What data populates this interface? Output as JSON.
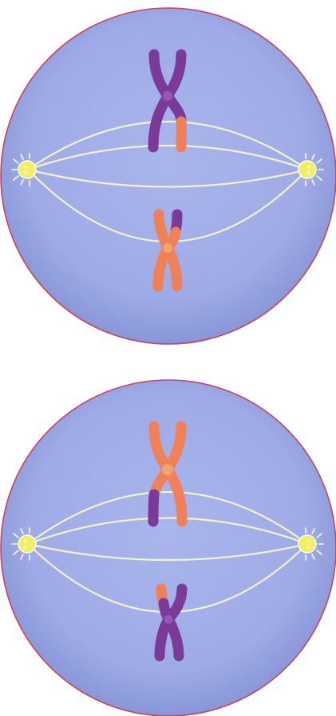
{
  "colors": {
    "background": "#ffffff",
    "cell_fill_center": "#a9b6ec",
    "cell_fill_edge": "#8c9add",
    "cell_border": "#c9435a",
    "spindle": "#f4f3c8",
    "centrosome": "#f1ee62",
    "centrosome_halo": "#fffde2",
    "maternal": "#7b3a9a",
    "paternal": "#f08058",
    "centromere": "#f2945f"
  },
  "cells": [
    {
      "id": "upper",
      "chromosomes": [
        {
          "position": "top",
          "pattern": "purple-with-orange-tail"
        },
        {
          "position": "bottom",
          "pattern": "orange-with-purple-tip"
        }
      ]
    },
    {
      "id": "lower",
      "chromosomes": [
        {
          "position": "top",
          "pattern": "orange-with-purple-tail"
        },
        {
          "position": "bottom",
          "pattern": "purple-with-orange-tip"
        }
      ]
    }
  ]
}
